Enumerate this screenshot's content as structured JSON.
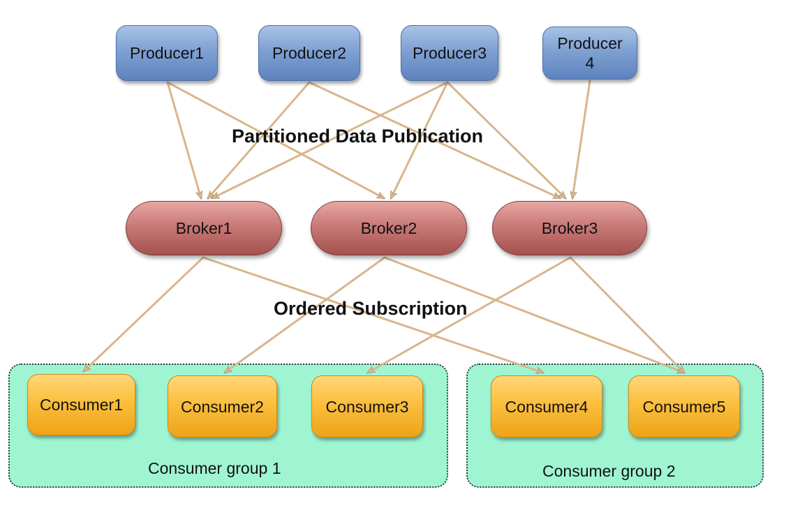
{
  "diagram": {
    "section_labels": {
      "publication": "Partitioned Data Publication",
      "subscription": "Ordered Subscription"
    },
    "groups": [
      {
        "id": "g1",
        "label": "Consumer group 1"
      },
      {
        "id": "g2",
        "label": "Consumer group 2"
      }
    ],
    "producers": [
      {
        "id": "p1",
        "label": "Producer1"
      },
      {
        "id": "p2",
        "label": "Producer2"
      },
      {
        "id": "p3",
        "label": "Producer3"
      },
      {
        "id": "p4",
        "label": "Producer\n4"
      }
    ],
    "brokers": [
      {
        "id": "b1",
        "label": "Broker1"
      },
      {
        "id": "b2",
        "label": "Broker2"
      },
      {
        "id": "b3",
        "label": "Broker3"
      }
    ],
    "consumers": [
      {
        "id": "c1",
        "label": "Consumer1"
      },
      {
        "id": "c2",
        "label": "Consumer2"
      },
      {
        "id": "c3",
        "label": "Consumer3"
      },
      {
        "id": "c4",
        "label": "Consumer4"
      },
      {
        "id": "c5",
        "label": "Consumer5"
      }
    ],
    "edges": [
      {
        "from": "p1",
        "to": "b1"
      },
      {
        "from": "p1",
        "to": "b2"
      },
      {
        "from": "p2",
        "to": "b1"
      },
      {
        "from": "p2",
        "to": "b3"
      },
      {
        "from": "p3",
        "to": "b1"
      },
      {
        "from": "p3",
        "to": "b2"
      },
      {
        "from": "p3",
        "to": "b3"
      },
      {
        "from": "p4",
        "to": "b3"
      },
      {
        "from": "b1",
        "to": "c1"
      },
      {
        "from": "b1",
        "to": "c4"
      },
      {
        "from": "b2",
        "to": "c2"
      },
      {
        "from": "b2",
        "to": "c5"
      },
      {
        "from": "b3",
        "to": "c3"
      },
      {
        "from": "b3",
        "to": "c5"
      }
    ],
    "colors": {
      "arrow": "#d9b58c",
      "group_fill": "#9ff5d2",
      "producer": "#7fa1d2",
      "broker": "#c97a77",
      "consumer": "#fbbf3e"
    }
  }
}
